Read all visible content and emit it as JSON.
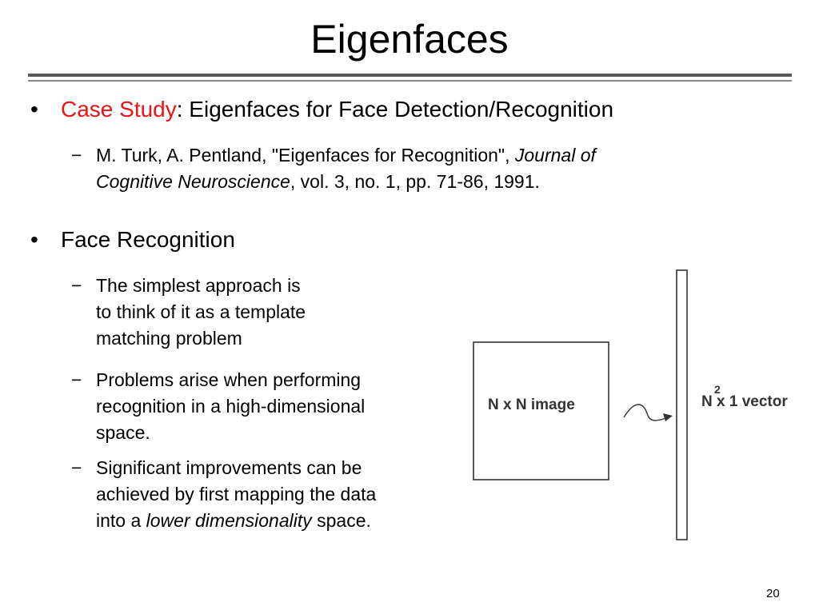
{
  "slide": {
    "title": "Eigenfaces",
    "page_number": "20"
  },
  "bullet1": {
    "marker": "•",
    "highlight": "Case Study",
    "rest": ": Eigenfaces for Face Detection/Recognition",
    "sub": {
      "marker": "−",
      "line1_plain": "M. Turk, A. Pentland, \"Eigenfaces for Recognition\", ",
      "line1_italic": "Journal of",
      "line2_italic": "Cognitive Neuroscience",
      "line2_plain": ", vol. 3, no. 1, pp. 71-86, 1991."
    }
  },
  "bullet2": {
    "marker": "•",
    "text": "Face Recognition",
    "subs": [
      {
        "marker": "−",
        "lines": [
          "The simplest approach is",
          "to think of it as a template",
          "matching problem"
        ]
      },
      {
        "marker": "−",
        "lines": [
          "Problems arise when performing",
          "recognition in a high-dimensional",
          "space."
        ]
      },
      {
        "marker": "−",
        "line1": "Significant improvements can be",
        "line2": "achieved by first mapping the data",
        "line3_plain_a": "into a ",
        "line3_italic": "lower dimensionality",
        "line3_plain_b": " space."
      }
    ]
  },
  "figure": {
    "image_label": "N x N image",
    "vector_label_pre": "N",
    "vector_label_sup": "2",
    "vector_label_post": " x 1 vector"
  }
}
